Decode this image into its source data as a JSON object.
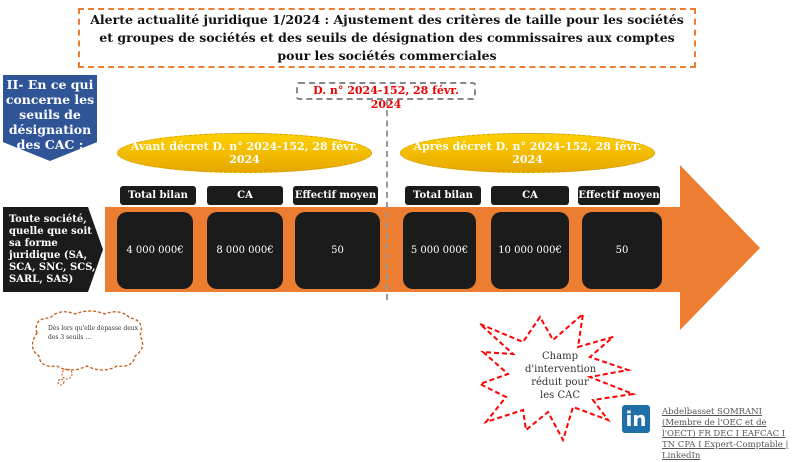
{
  "title": "Alerte actualité juridique 1/2024 : Ajustement des critères de taille pour les sociétés et groupes de sociétés et des seuils de désignation des commissaires aux comptes pour les sociétés commerciales",
  "section_label": "II- En ce qui concerne les seuils de désignation des CAC :",
  "decree": "D. n° 2024-152, 28 févr. 2024",
  "entity": "Toute société, quelle que soit sa forme juridique (SA, SCA, SNC, SCS, SARL, SAS)",
  "before": {
    "label": "Avant décret D. n° 2024-152, 28 févr. 2024",
    "headers": [
      "Total bilan",
      "CA",
      "Effectif moyen"
    ],
    "values": [
      "4 000 000€",
      "8 000 000€",
      "50"
    ]
  },
  "after": {
    "label": "Après décret D. n° 2024-152, 28 févr. 2024",
    "headers": [
      "Total bilan",
      "CA",
      "Effectif moyen"
    ],
    "values": [
      "5 000 000€",
      "10 000 000€",
      "50"
    ]
  },
  "cloud_note": "Dès lors qu'elle dépasse deux des 3 seuils ...",
  "star_note": "Champ d'intervention réduit pour les CAC",
  "credit": "Abdelbasset SOMRANI (Membre de l'OEC et de l'OECT) FR DEC I EAFCAC I TN CPA I Expert-Comptable | LinkedIn",
  "linkedin_icon": "in"
}
